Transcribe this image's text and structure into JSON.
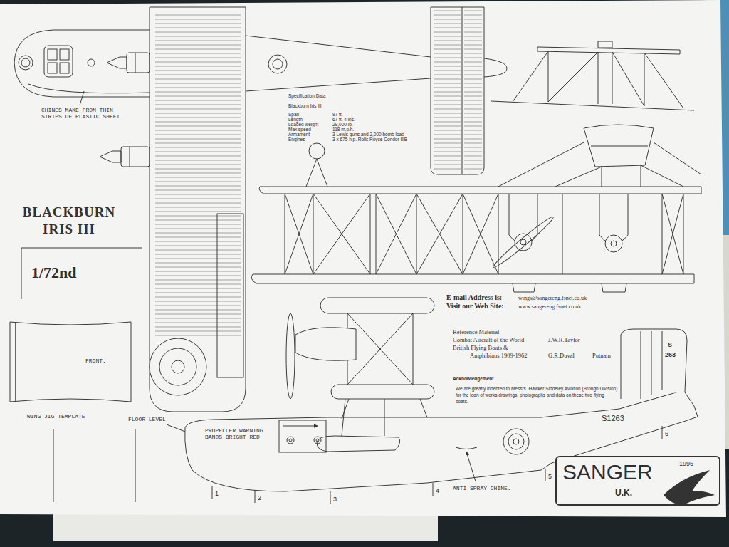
{
  "diagram": {
    "title": "BLACKBURN IRIS III",
    "nodes": [
      {
        "text": [
          "FRONT.",
          "WING JIG TEMPLATE"
        ]
      },
      {
        "text": [
          "SANGER",
          "U.K.",
          "1996"
        ]
      }
    ],
    "labels": [
      "CHINES MAKE FROM THIN STRIPS OF PLASTIC SHEET.",
      "1/72nd",
      "Specification Data",
      "Blackburn Iris III:",
      "Span",
      "97 ft.",
      "Length",
      "67 ft. 4 ins.",
      "Loaded weight",
      "29,000 lb.",
      "Max speed",
      "118 m.p.h.",
      "Armament",
      "3 Lewis guns and 2,000 bomb load",
      "Engines",
      "3 x 675 h.p. Rolls Royce Condor IIIB",
      "E-mail Address is:",
      "wings@sangereng.fsnet.co.uk",
      "Visit our Web Site:",
      "www.sangereng.fsnet.co.uk",
      "Reference Material",
      "Combat Aircraft of the World",
      "J.W.R.Taylor",
      "British Flying Boats &",
      "Amphibians 1909-1962",
      "G.R.Duval",
      "Putnam",
      "Acknowledgement",
      "We are greatly indebted to Messrs. Hawker Siddeley Aviation (Brough Division) for the loan of works drawings, photographs and data on these two flying boats.",
      "FLOOR LEVEL",
      "PROPELLER WARNING BANDS BRIGHT RED",
      "S1263",
      "S",
      "263",
      "ANTI-SPRAY CHINE.",
      "1",
      "2",
      "3",
      "4",
      "5",
      "6"
    ]
  }
}
